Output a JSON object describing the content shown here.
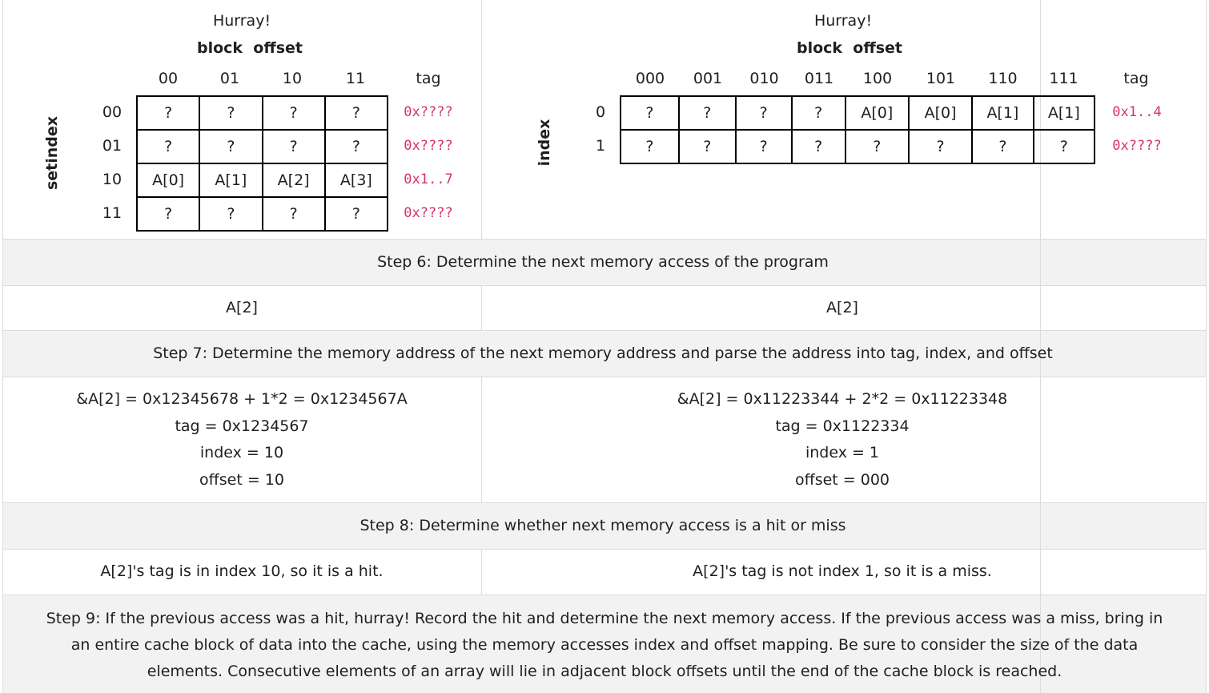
{
  "left_panel": {
    "hurray": "Hurray!",
    "block_offset_label": "block  offset",
    "columns": [
      "00",
      "01",
      "10",
      "11"
    ],
    "tag_header": "tag",
    "rows_axis_label": "setindex",
    "rows": [
      {
        "index": "00",
        "cells": [
          "?",
          "?",
          "?",
          "?"
        ],
        "tag": "0x????"
      },
      {
        "index": "01",
        "cells": [
          "?",
          "?",
          "?",
          "?"
        ],
        "tag": "0x????"
      },
      {
        "index": "10",
        "cells": [
          "A[0]",
          "A[1]",
          "A[2]",
          "A[3]"
        ],
        "tag": "0x1..7"
      },
      {
        "index": "11",
        "cells": [
          "?",
          "?",
          "?",
          "?"
        ],
        "tag": "0x????"
      }
    ]
  },
  "right_panel": {
    "hurray": "Hurray!",
    "block_offset_label": "block  offset",
    "columns": [
      "000",
      "001",
      "010",
      "011",
      "100",
      "101",
      "110",
      "111"
    ],
    "tag_header": "tag",
    "rows_axis_label": "index",
    "rows": [
      {
        "index": "0",
        "cells": [
          "?",
          "?",
          "?",
          "?",
          "A[0]",
          "A[0]",
          "A[1]",
          "A[1]"
        ],
        "tag": "0x1..4"
      },
      {
        "index": "1",
        "cells": [
          "?",
          "?",
          "?",
          "?",
          "?",
          "?",
          "?",
          "?"
        ],
        "tag": "0x????"
      }
    ]
  },
  "step6": {
    "title": "Step 6: Determine the next memory access of the program",
    "left": "A[2]",
    "right": "A[2]"
  },
  "step7": {
    "title": "Step 7: Determine the memory address of the next memory address and parse the address into tag, index, and offset",
    "left": [
      "&A[2] = 0x12345678 + 1*2 = 0x1234567A",
      "tag = 0x1234567",
      "index = 10",
      "offset = 10"
    ],
    "right": [
      "&A[2] = 0x11223344 + 2*2 = 0x11223348",
      "tag = 0x1122334",
      "index = 1",
      "offset = 000"
    ]
  },
  "step8": {
    "title": "Step 8: Determine whether next memory access is a hit or miss",
    "left": "A[2]'s tag is in index 10, so it is a hit.",
    "right": "A[2]'s tag is not index 1, so it is a miss."
  },
  "step9": {
    "lines": [
      "Step 9: If the previous access was a hit, hurray! Record the hit and determine the next memory access. If the previous access was a miss, bring in",
      "an entire cache block of data into the cache, using the memory accesses index and offset mapping. Be sure to consider the size of the data",
      "elements. Consecutive elements of an array will lie in adjacent block offsets until the end of the cache block is reached."
    ]
  },
  "colors": {
    "tag_text": "#d6336c",
    "band_bg": "#f2f2f2",
    "grid_line": "#dcdcdc"
  }
}
